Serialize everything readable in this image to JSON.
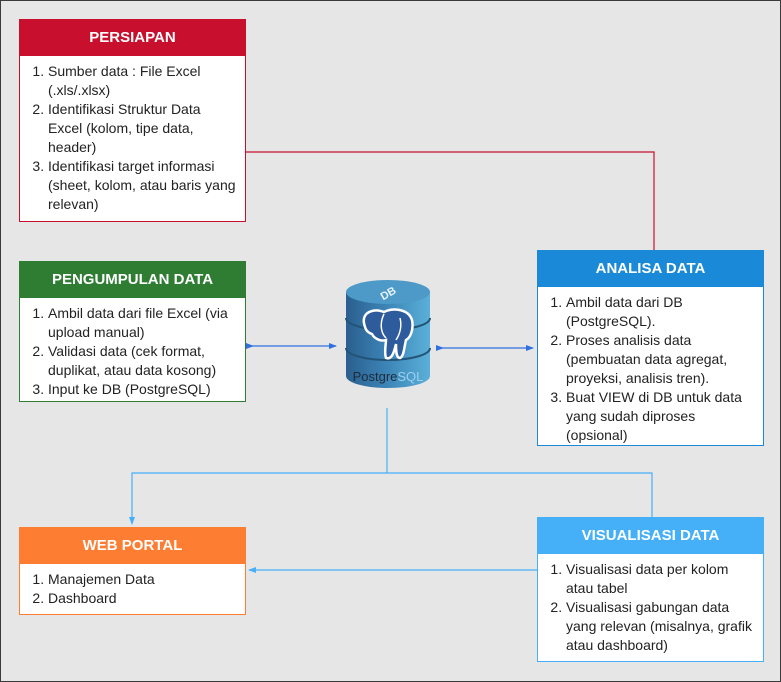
{
  "boxes": {
    "persiapan": {
      "title": "PERSIAPAN",
      "color": "#c8102e",
      "items": [
        "Sumber data : File Excel (.xls/.xlsx)",
        "Identifikasi Struktur Data Excel (kolom, tipe data, header)",
        "Identifikasi target informasi (sheet, kolom, atau baris yang relevan)"
      ]
    },
    "pengumpulan": {
      "title": "PENGUMPULAN DATA",
      "color": "#2e7d32",
      "items": [
        "Ambil data dari file Excel (via upload manual)",
        "Validasi data (cek format, duplikat, atau data kosong)",
        "Input ke DB (PostgreSQL)"
      ]
    },
    "analisa": {
      "title": "ANALISA DATA",
      "color": "#1a8ad8",
      "items": [
        "Ambil data dari DB (PostgreSQL).",
        "Proses analisis data (pembuatan data agregat, proyeksi, analisis tren).",
        "Buat VIEW di DB untuk data yang sudah diproses (opsional)"
      ]
    },
    "webportal": {
      "title": "WEB PORTAL",
      "color": "#fd7e33",
      "items": [
        "Manajemen Data",
        "Dashboard"
      ]
    },
    "visualisasi": {
      "title": "VISUALISASI DATA",
      "color": "#45b0f8",
      "items": [
        "Visualisasi data per kolom atau tabel",
        "Visualisasi gabungan data yang relevan (misalnya, grafik atau dashboard)"
      ]
    }
  },
  "database": {
    "icon": "database-cylinder-icon",
    "badge": "DB",
    "label_part1": "Postgre",
    "label_part2": "SQL"
  }
}
